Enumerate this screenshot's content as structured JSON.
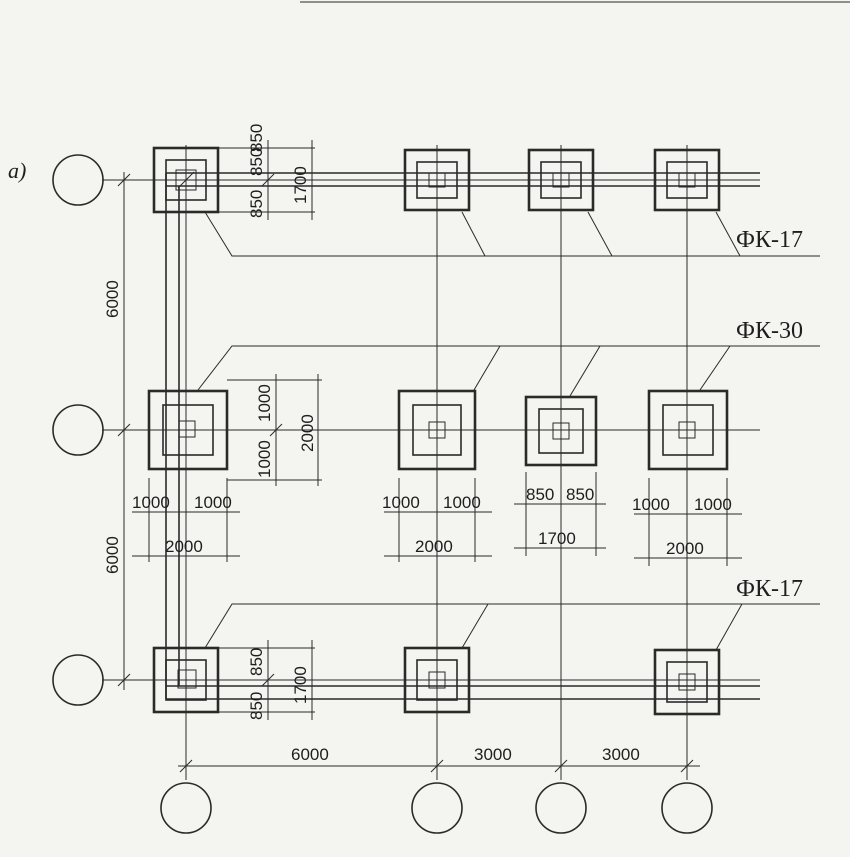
{
  "drawing": {
    "label": "a)",
    "marks": {
      "fk17_top": "ФК-17",
      "fk30": "ФК-30",
      "fk17_bottom": "ФК-17"
    },
    "dims": {
      "left_upper": "6000",
      "left_lower": "6000",
      "bottom_a": "6000",
      "bottom_b": "3000",
      "bottom_c": "3000",
      "top_corner_850_a": "850",
      "top_corner_850_b": "850",
      "top_corner_850_c": "850",
      "top_corner_1700": "1700",
      "mid_left_1000_a": "1000",
      "mid_left_1000_b": "1000",
      "mid_left_2000_v": "2000",
      "mid_left_1000_h1": "1000",
      "mid_left_1000_h2": "1000",
      "mid_left_2000_h": "2000",
      "mid2_1000_a": "1000",
      "mid2_1000_b": "1000",
      "mid2_2000": "2000",
      "mid3_850_a": "850",
      "mid3_850_b": "850",
      "mid3_1700": "1700",
      "mid4_1000_a": "1000",
      "mid4_1000_b": "1000",
      "mid4_2000": "2000",
      "bot_corner_850_a": "850",
      "bot_corner_850_b": "850",
      "bot_corner_1700": "1700"
    }
  }
}
